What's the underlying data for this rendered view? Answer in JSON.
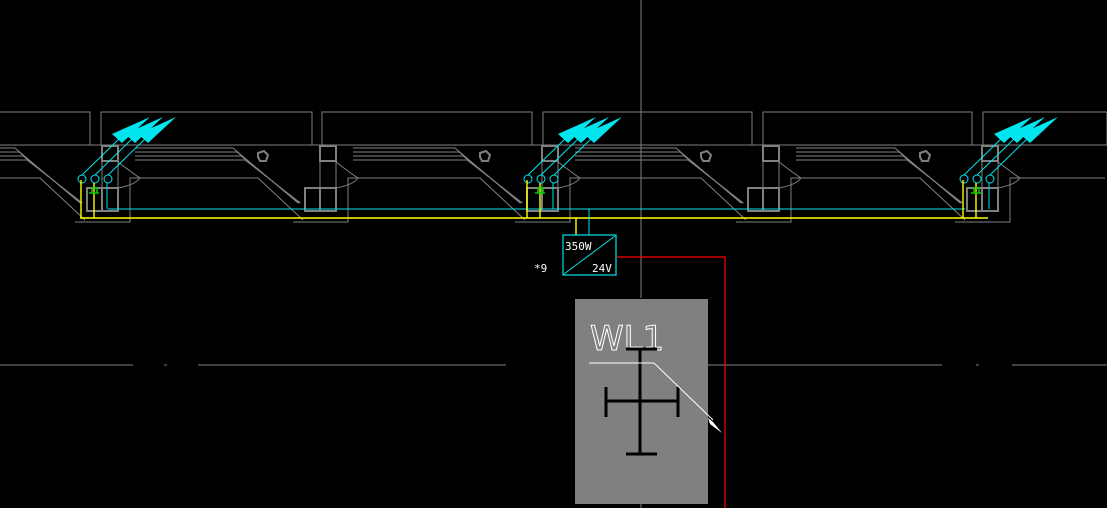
{
  "app": {
    "type": "CAD drawing viewport"
  },
  "colors": {
    "background": "#000000",
    "structure": "#808080",
    "cyan_circuit": "#00e5ee",
    "yellow_circuit": "#ffff00",
    "red_feeder": "#ff0000",
    "panel_fill": "#808080",
    "green_marker": "#00cc00",
    "text": "#ffffff"
  },
  "power_supply": {
    "label_top": "350W",
    "label_bottom": "24V",
    "quantity_label": "*9"
  },
  "panel": {
    "label": "WL1"
  },
  "fixtures": [
    {
      "name": "fixture-group-left"
    },
    {
      "name": "fixture-group-center"
    },
    {
      "name": "fixture-group-right"
    }
  ]
}
